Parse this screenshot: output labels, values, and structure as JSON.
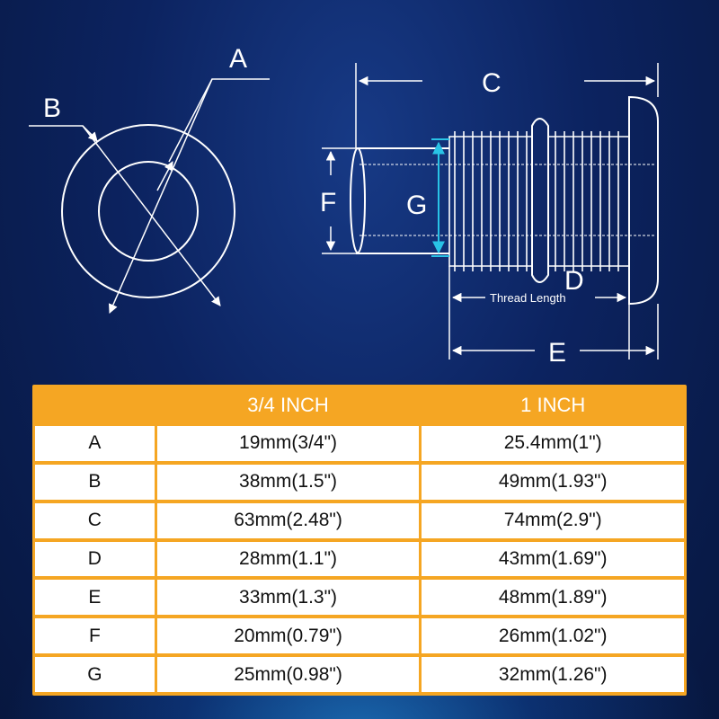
{
  "diagram": {
    "labels": {
      "A": "A",
      "B": "B",
      "C": "C",
      "D": "D",
      "E": "E",
      "F": "F",
      "G": "G",
      "thread_length": "Thread Length"
    },
    "colors": {
      "line": "#ffffff",
      "accent": "#29c3e6"
    }
  },
  "table": {
    "header": [
      "",
      "3/4 INCH",
      "1 INCH"
    ],
    "rows": [
      {
        "key": "A",
        "size_3_4": "19mm(3/4\")",
        "size_1": "25.4mm(1\")"
      },
      {
        "key": "B",
        "size_3_4": "38mm(1.5\")",
        "size_1": "49mm(1.93\")"
      },
      {
        "key": "C",
        "size_3_4": "63mm(2.48\")",
        "size_1": "74mm(2.9\")"
      },
      {
        "key": "D",
        "size_3_4": "28mm(1.1\")",
        "size_1": "43mm(1.69\")"
      },
      {
        "key": "E",
        "size_3_4": "33mm(1.3\")",
        "size_1": "48mm(1.89\")"
      },
      {
        "key": "F",
        "size_3_4": "20mm(0.79\")",
        "size_1": "26mm(1.02\")"
      },
      {
        "key": "G",
        "size_3_4": "25mm(0.98\")",
        "size_1": "32mm(1.26\")"
      }
    ],
    "colors": {
      "frame": "#f5a623",
      "cell": "#ffffff"
    }
  }
}
